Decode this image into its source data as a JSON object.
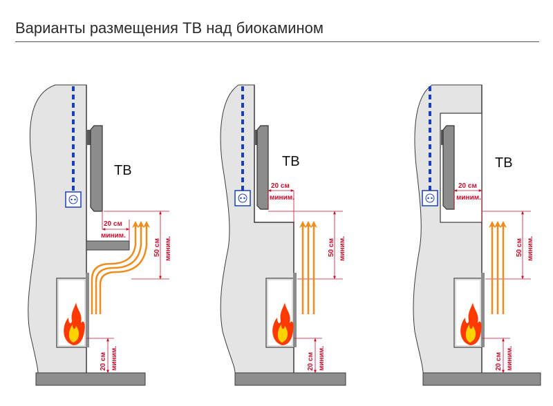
{
  "header": {
    "title": "Варианты размещения ТВ над биокамином"
  },
  "labels": {
    "tv": "ТВ",
    "dist_20": "20 см",
    "dist_50": "50 см",
    "min": "миним."
  },
  "colors": {
    "wall": "#e4e4e4",
    "outline": "#3a3a3a",
    "tv_body": "#8c8c8c",
    "shelf": "#8e8e8e",
    "floor": "#8e8e8e",
    "dimension": "#c8102e",
    "heat_arrow": "#f08c1e",
    "cable_blue": "#1a3fb8",
    "flame_outer": "#ff3a00",
    "flame_inner": "#ffd200"
  },
  "icons": [
    "electrical-cable-icon",
    "power-outlet-icon",
    "tv-icon",
    "biofireplace-icon",
    "flame-icon",
    "heat-arrow-icon",
    "shelf-icon"
  ],
  "variants": [
    {
      "id": "shelf",
      "description_key": "tv_above_shelf"
    },
    {
      "id": "step",
      "description_key": "tv_on_recessed_wall_step"
    },
    {
      "id": "niche",
      "description_key": "tv_in_niche"
    }
  ]
}
